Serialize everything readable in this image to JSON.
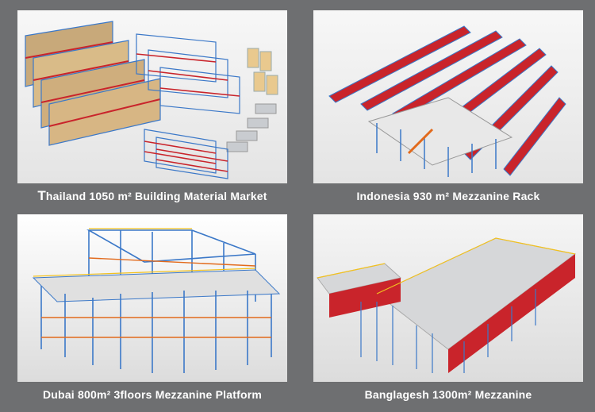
{
  "panels": [
    {
      "caption_first": "T",
      "caption_rest": "hailand 1050 m² Building Material Market"
    },
    {
      "caption": "Indonesia 930 m² Mezzanine Rack"
    },
    {
      "caption": "Dubai 800m² 3floors Mezzanine Platform"
    },
    {
      "caption": "Banglagesh 1300m² Mezzanine"
    }
  ],
  "colors": {
    "background": "#6e6f71",
    "upright_blue": "#3b78c8",
    "beam_red": "#c9242b",
    "beam_orange": "#e26a1c",
    "deck_grey": "#d6d7d9"
  }
}
